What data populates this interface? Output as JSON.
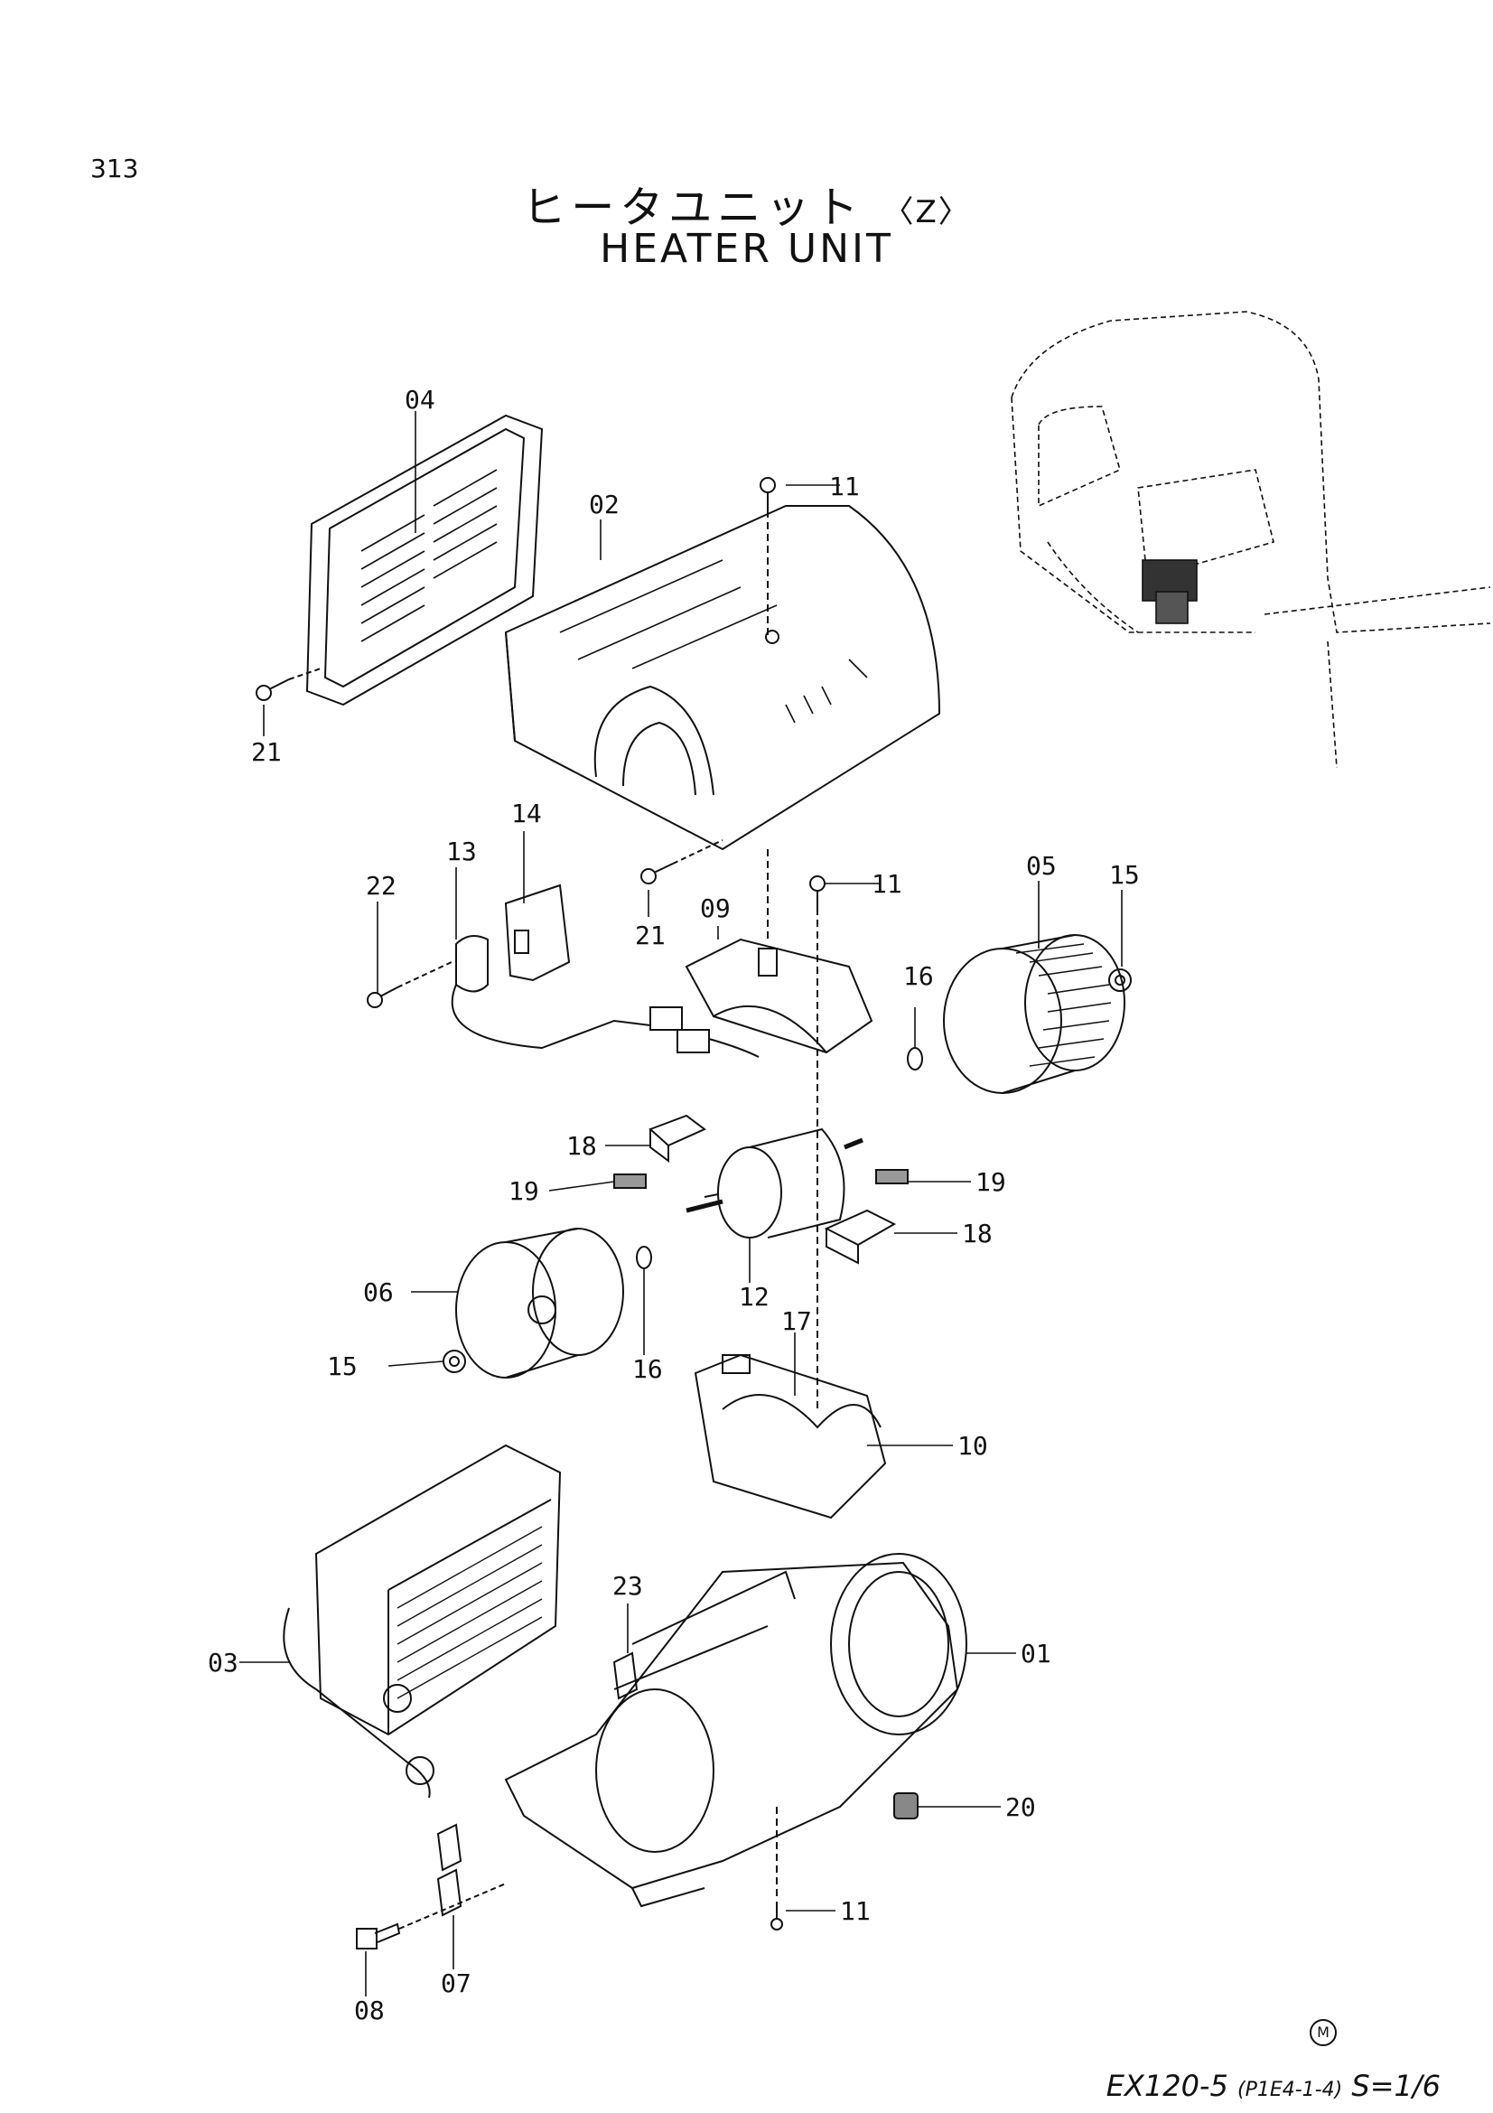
{
  "page_number": "313",
  "title_jp": "ヒータユニット",
  "title_variant": "〈Z〉",
  "title_en": "HEATER UNIT",
  "footer": {
    "model": "EX120-5",
    "code": "(P1E4-1-4)",
    "scale": "S=1/6",
    "mark": "M"
  },
  "callouts": [
    {
      "id": "04",
      "part": "filter-cover"
    },
    {
      "id": "02",
      "part": "upper-case"
    },
    {
      "id": "11",
      "part": "screw"
    },
    {
      "id": "21",
      "part": "screw"
    },
    {
      "id": "14",
      "part": "bracket"
    },
    {
      "id": "13",
      "part": "resistor"
    },
    {
      "id": "22",
      "part": "screw"
    },
    {
      "id": "09",
      "part": "motor-holder-upper"
    },
    {
      "id": "05",
      "part": "fan"
    },
    {
      "id": "15",
      "part": "nut"
    },
    {
      "id": "16",
      "part": "washer"
    },
    {
      "id": "18",
      "part": "rubber-mount"
    },
    {
      "id": "19",
      "part": "rubber-pad"
    },
    {
      "id": "12",
      "part": "motor"
    },
    {
      "id": "06",
      "part": "fan"
    },
    {
      "id": "17",
      "part": "pin"
    },
    {
      "id": "10",
      "part": "motor-holder-lower"
    },
    {
      "id": "03",
      "part": "heater-core"
    },
    {
      "id": "23",
      "part": "bracket"
    },
    {
      "id": "01",
      "part": "lower-case"
    },
    {
      "id": "20",
      "part": "grommet"
    },
    {
      "id": "07",
      "part": "clamp"
    },
    {
      "id": "08",
      "part": "bolt"
    }
  ]
}
